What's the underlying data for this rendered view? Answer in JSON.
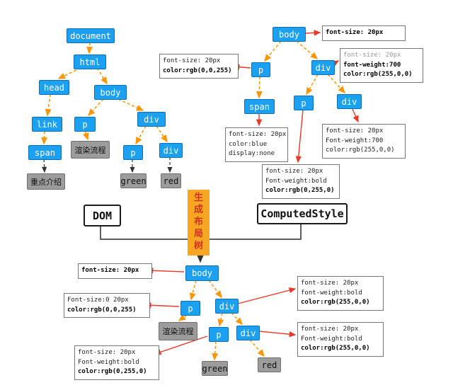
{
  "colors": {
    "node_blue": "#1ba0f2",
    "node_gray": "#9c9c9c",
    "arrow_orange": "#ff9500",
    "arrow_red": "#e8392a",
    "merge_orange": "#f5a623"
  },
  "dom": {
    "document": "document",
    "html": "html",
    "head": "head",
    "body": "body",
    "link": "link",
    "p": "p",
    "div": "div",
    "span": "span",
    "note_render": "渲染流程",
    "p2": "p",
    "div2": "div",
    "note_intro": "重点介绍",
    "green": "green",
    "red": "red"
  },
  "cssom": {
    "body": "body",
    "p": "p",
    "div": "div",
    "span": "span",
    "p2": "p",
    "div2": "div",
    "box_body": [
      "font-size: 20px"
    ],
    "box_p": [
      "font-size: 20px",
      "color:rgb(0,0,255)"
    ],
    "box_div": [
      "font-size: 20px",
      "font-weight:700",
      "color:rgb(255,0,0)"
    ],
    "box_span": [
      "font-size: 20px",
      "color:blue",
      "display:none"
    ],
    "box_div2": [
      "font-size: 20px",
      "Font-weight:700",
      "color:rgb(255,0,0)"
    ],
    "box_p2": [
      "font-size: 20px",
      "Font-weight:bold",
      "color:rgb(0,255,0)"
    ]
  },
  "middle": {
    "dom_label": "DOM",
    "computedstyle_label": "ComputedStyle",
    "merge_label": "生成布局树"
  },
  "layout": {
    "body": "body",
    "p": "p",
    "div": "div",
    "note_render": "渲染流程",
    "p2": "p",
    "div2": "div",
    "green": "green",
    "red": "red",
    "box_body": [
      "font-size: 20px"
    ],
    "box_p": [
      "Font-size:0 20px",
      "color:rgb(0,0,255)"
    ],
    "box_div": [
      "font-size: 20px",
      "font-weight:bold",
      "color:rgb(255,0,0)"
    ],
    "box_p2": [
      "font-size: 20px",
      "Font-weight:bold",
      "color:rgb(0,255,0)"
    ],
    "box_div2": [
      "font-size: 20px",
      "Font-weight:bold",
      "color:rgb(255,0,0)"
    ]
  }
}
